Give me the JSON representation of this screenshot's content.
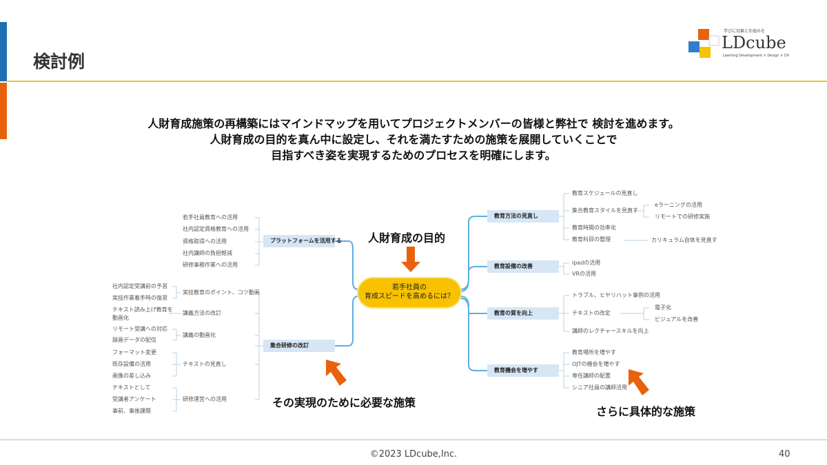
{
  "header": {
    "title": "検討例",
    "logo_text": "LDcube",
    "logo_tagline": "学びに効果と仕組みを",
    "logo_subtitle": "Learning Development × Design × DX"
  },
  "intro": [
    "人財育成施策の再構築にはマインドマップを用いてプロジェクトメンバーの皆様と弊社で 検討を進めます。",
    "人財育成の目的を真ん中に設定し、それを満たすための施策を展開していくことで",
    "目指すべき姿を実現するためのプロセスを明確にします。"
  ],
  "center": {
    "line1": "若手社員の",
    "line2": "育成スピードを高めるには？"
  },
  "callouts": {
    "purpose": "人財育成の目的",
    "measures": "その実現のために必要な施策",
    "specific": "さらに具体的な施策"
  },
  "colors": {
    "accent_blue": "#1f6fb5",
    "accent_orange": "#e8620e",
    "accent_yellow": "#f2c12e",
    "node_fill": "#d6e6f5",
    "center_fill": "#f8c200"
  },
  "left": {
    "platform": {
      "label": "プラットフォームを活用する",
      "items": [
        "若手社員教育への活用",
        "社内認定資格教育への活用",
        "資格取得への活用",
        "社内講師の負担軽減",
        "研修事務作業への活用"
      ]
    },
    "training": {
      "label": "集合研修の改訂",
      "items": [
        {
          "label": "実技教育のポイント、コツ動画",
          "leaves": [
            "社内認定受講前の予習",
            "実技作業着手時の復習"
          ]
        },
        {
          "label": "講義方法の改訂",
          "leaves": [
            "テキスト読み上げ教育を",
            "動画化"
          ]
        },
        {
          "label": "講義の動画化",
          "leaves": [
            "リモート受講への対応",
            "録画データの配信"
          ]
        },
        {
          "label": "テキストの見直し",
          "leaves": [
            "フォーマット変更",
            "既存設備の活用",
            "画像の差し込み"
          ]
        },
        {
          "label": "研修運営への活用",
          "leaves": [
            "テキストとして",
            "受講者アンケート",
            "事前、事後課題"
          ]
        }
      ]
    }
  },
  "right": {
    "method": {
      "label": "教育方法の見直し",
      "items": [
        "教育スケジュールの見直し",
        "集合教育スタイルを見直す",
        "教育時間の効率化",
        "教育科目の整理"
      ],
      "sub": [
        "eラーニングの活用",
        "リモートでの研修実施",
        "カリキュラム自体を見直す"
      ]
    },
    "facility": {
      "label": "教育設備の改善",
      "items": [
        "ipadの活用",
        "VRの活用"
      ]
    },
    "quality": {
      "label": "教育の質を向上",
      "items": [
        "トラブル、ヒヤリハット事例の活用",
        "テキストの改定",
        "講師のレクチャースキルを向上"
      ],
      "sub": [
        "電子化",
        "ビジュアルを改善"
      ]
    },
    "chance": {
      "label": "教育機会を増やす",
      "items": [
        "教育場所を増やす",
        "OJTの機会を増やす",
        "専任講師の配置",
        "シニア社員の講師活用"
      ]
    }
  },
  "footer": {
    "copyright": "©2023 LDcube,Inc.",
    "page": "40"
  }
}
